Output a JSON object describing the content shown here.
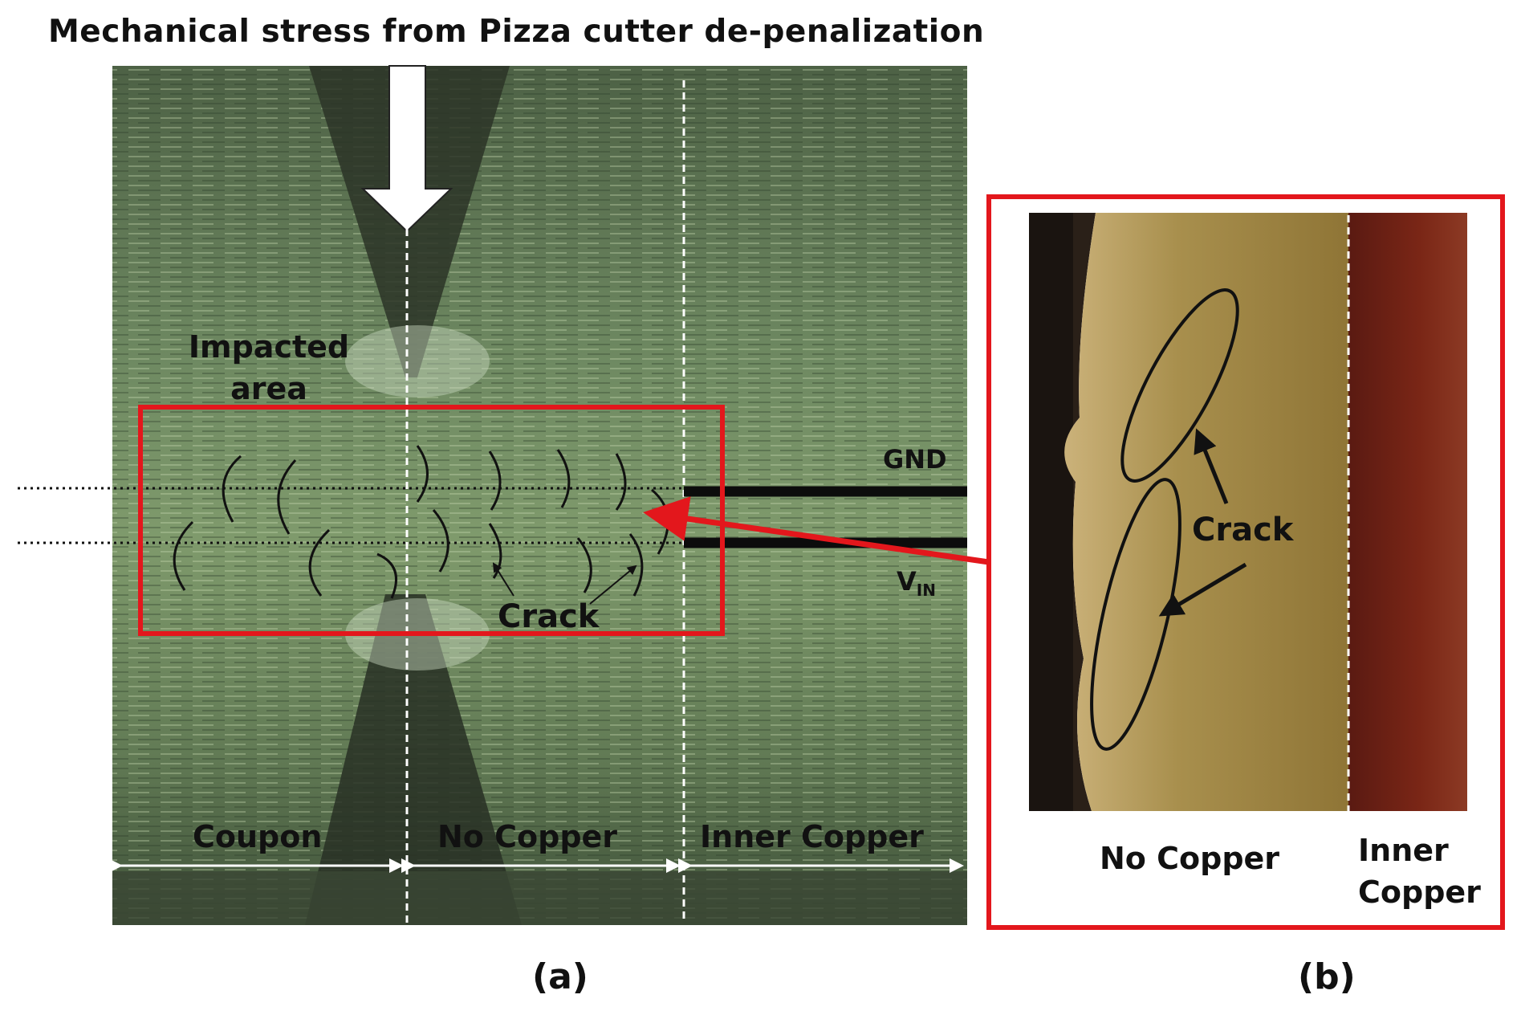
{
  "title": "Mechanical stress from Pizza cutter de-penalization",
  "panel_a": {
    "impacted_area": [
      "Impacted",
      "area"
    ],
    "gnd": "GND",
    "vin_main": "V",
    "vin_sub": "IN",
    "crack": "Crack",
    "regions": [
      "Coupon",
      "No Copper",
      "Inner Copper"
    ],
    "caption": "(a)"
  },
  "panel_b": {
    "crack": "Crack",
    "no_copper": "No Copper",
    "inner_copper": [
      "Inner",
      "Copper"
    ],
    "caption": "(b)"
  },
  "colors": {
    "highlight_red": "#e3171c",
    "board_green": "#5e7552",
    "copper_dark": "#6e1c12",
    "laminate_tan": "#a48a45"
  }
}
